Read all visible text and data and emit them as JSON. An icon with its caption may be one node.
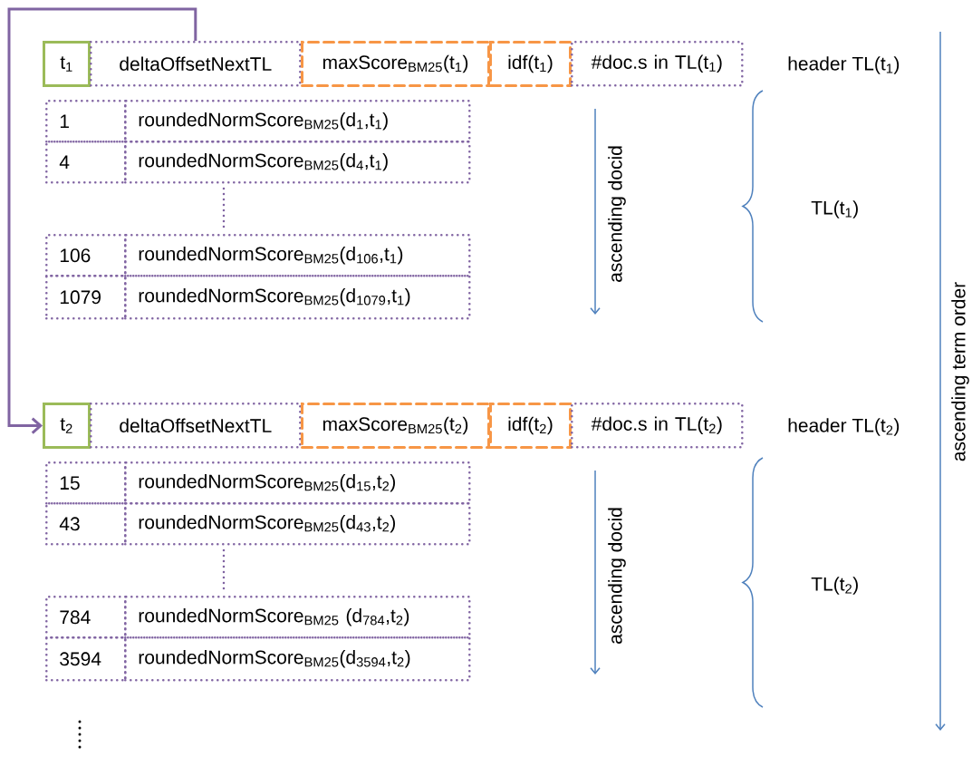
{
  "diagram": {
    "nodes": [
      {
        "text": [
          "t$_{1}$"
        ]
      },
      {
        "text": [
          "deltaOffsetNextTL"
        ]
      },
      {
        "text": [
          "maxScore$_{BM25}$(t$_{1}$)"
        ]
      },
      {
        "text": [
          "idf(t$_{1}$)"
        ]
      },
      {
        "text": [
          "#doc.s in TL(t$_{1}$)"
        ]
      },
      {
        "text": [
          "1"
        ]
      },
      {
        "text": [
          "roundedNormScore$_{BM25}$(d$_{1}$,t$_{1}$)"
        ]
      },
      {
        "text": [
          "4"
        ]
      },
      {
        "text": [
          "roundedNormScore$_{BM25}$(d$_{4}$,t$_{1}$)"
        ]
      },
      {
        "text": [
          "106"
        ]
      },
      {
        "text": [
          "roundedNormScore$_{BM25}$(d$_{106}$,t$_{1}$)"
        ]
      },
      {
        "text": [
          "1079"
        ]
      },
      {
        "text": [
          "roundedNormScore$_{BM25}$(d$_{1079}$,t$_{1}$)"
        ]
      },
      {
        "text": [
          "t$_{2}$"
        ]
      },
      {
        "text": [
          "deltaOffsetNextTL"
        ]
      },
      {
        "text": [
          "maxScore$_{BM25}$(t$_{2}$)"
        ]
      },
      {
        "text": [
          "idf(t$_{2}$)"
        ]
      },
      {
        "text": [
          "#doc.s in TL(t$_{2}$)"
        ]
      },
      {
        "text": [
          "15"
        ]
      },
      {
        "text": [
          "roundedNormScore$_{BM25}$(d$_{15}$,t$_{2}$)"
        ]
      },
      {
        "text": [
          "43"
        ]
      },
      {
        "text": [
          "roundedNormScore$_{BM25}$(d$_{43}$,t$_{2}$)"
        ]
      },
      {
        "text": [
          "784"
        ]
      },
      {
        "text": [
          "roundedNormScore$_{BM25}$ (d$_{784}$,t$_{2}$)"
        ]
      },
      {
        "text": [
          "3594"
        ]
      },
      {
        "text": [
          "roundedNormScore$_{BM25}$(d$_{3594}$,t$_{2}$)"
        ]
      }
    ],
    "edges": [
      {
        "from": 1,
        "to": 13,
        "arrow": "to"
      }
    ],
    "labels": [
      "header TL(t$_{1}$)",
      "ascending docid",
      "TL(t$_{1}$)",
      "header TL(t$_{2}$)",
      "ascending docid",
      "TL(t$_{2}$)",
      "ascending term order"
    ]
  }
}
